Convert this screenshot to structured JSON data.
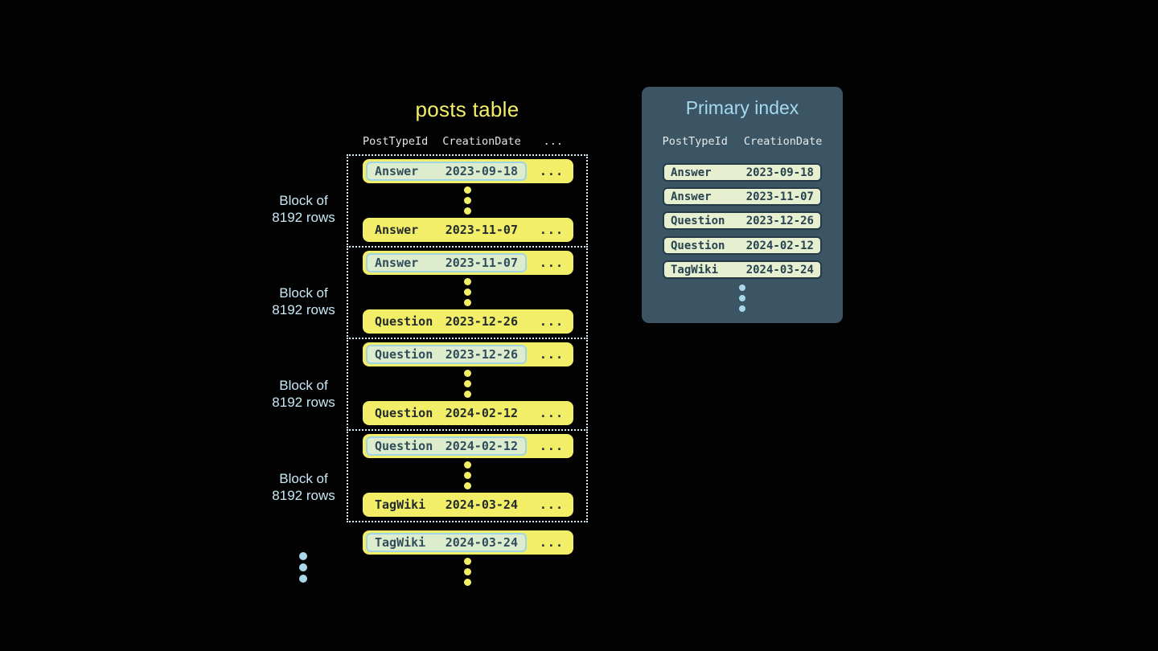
{
  "posts_table": {
    "title": "posts table",
    "headers": {
      "col1": "PostTypeId",
      "col2": "CreationDate",
      "col3": "..."
    },
    "block_label": {
      "line1": "Block of",
      "line2": "8192 rows"
    },
    "row_ellipsis": "...",
    "blocks": [
      {
        "first": {
          "type": "Answer",
          "date": "2023-09-18"
        },
        "last": {
          "type": "Answer",
          "date": "2023-11-07"
        }
      },
      {
        "first": {
          "type": "Answer",
          "date": "2023-11-07"
        },
        "last": {
          "type": "Question",
          "date": "2023-12-26"
        }
      },
      {
        "first": {
          "type": "Question",
          "date": "2023-12-26"
        },
        "last": {
          "type": "Question",
          "date": "2024-02-12"
        }
      },
      {
        "first": {
          "type": "Question",
          "date": "2024-02-12"
        },
        "last": {
          "type": "TagWiki",
          "date": "2024-03-24"
        }
      }
    ],
    "overflow_row": {
      "type": "TagWiki",
      "date": "2024-03-24"
    }
  },
  "primary_index": {
    "title": "Primary index",
    "headers": {
      "col1": "PostTypeId",
      "col2": "CreationDate"
    },
    "rows": [
      {
        "type": "Answer",
        "date": "2023-09-18"
      },
      {
        "type": "Answer",
        "date": "2023-11-07"
      },
      {
        "type": "Question",
        "date": "2023-12-26"
      },
      {
        "type": "Question",
        "date": "2024-02-12"
      },
      {
        "type": "TagWiki",
        "date": "2024-03-24"
      }
    ]
  },
  "colors": {
    "background": "#020203",
    "row_yellow": "#f3ee67",
    "title_yellow": "#f2ee68",
    "highlight_green": "#ddeccd",
    "highlight_border_blue": "#9fd4e6",
    "panel_background": "#3c5564",
    "panel_title_blue": "#a5d9ef",
    "label_blue": "#c8e8f6",
    "dotted_border": "#d9eef7",
    "index_row_green": "#e6f0d1",
    "dark_text": "#27424f"
  }
}
